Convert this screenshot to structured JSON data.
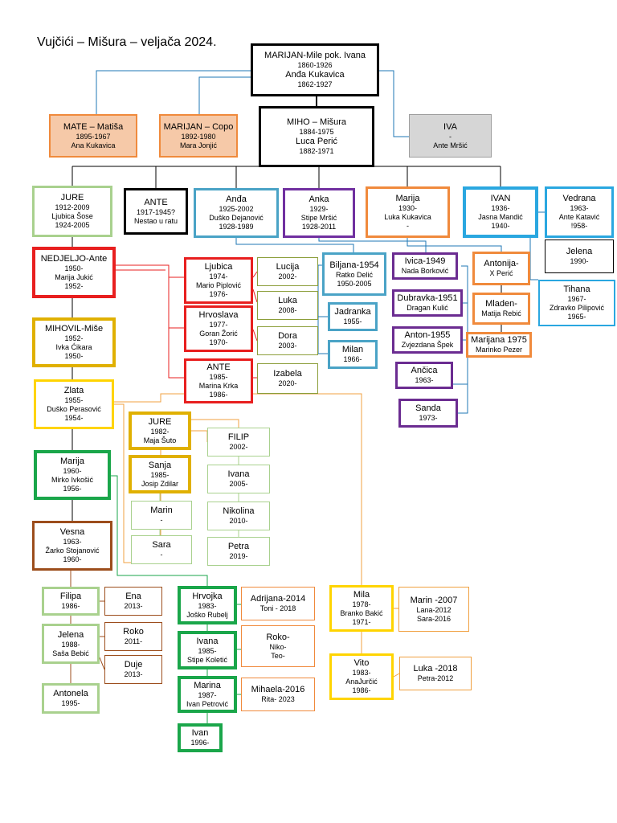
{
  "title": "Vujčići – Mišura – veljača 2024.",
  "colors": {
    "black": "#000000",
    "blue": "#1f77b4",
    "orange": "#f08a3c",
    "peach": "#f6c9a8",
    "gray": "#d6d6d6",
    "lightgreen": "#a9d18e",
    "green": "#1aa64a",
    "red": "#e81f1f",
    "lightblue": "#a9cfe3",
    "teal": "#4aa3c6",
    "purple": "#7030a0",
    "darkpurple": "#6b2c91",
    "yellow": "#ffd400",
    "gold": "#e0b000",
    "brown": "#9c4d1c",
    "skyblue": "#2aa7e0",
    "olive": "#8c9e3a",
    "gray2": "#9e9e9e",
    "orangeline": "#f0a040"
  },
  "nodes": [
    {
      "id": "marijan0",
      "lines": [
        "MARIJAN-Mile pok. Ivana",
        "1860-1926",
        "Anđa Kukavica",
        "1862-1927"
      ]
    },
    {
      "id": "mate",
      "lines": [
        "MATE – Matiša",
        "1895-1967",
        "Ana Kukavica"
      ]
    },
    {
      "id": "marijan1",
      "lines": [
        "MARIJAN – Copo",
        "1892-1980",
        "Mara Jonjić"
      ]
    },
    {
      "id": "miho",
      "lines": [
        "MIHO – Mišura",
        "1884-1975",
        "Luca Perić",
        "1882-1971"
      ]
    },
    {
      "id": "iva",
      "lines": [
        "IVA",
        "-",
        "Ante Mršić"
      ]
    },
    {
      "id": "jure0",
      "lines": [
        "JURE",
        "1912-2009",
        "Ljubica Šose",
        "1924-2005"
      ]
    },
    {
      "id": "ante0",
      "lines": [
        "ANTE",
        "1917-1945?",
        "Nestao u ratu"
      ]
    },
    {
      "id": "anda",
      "lines": [
        "Anđa",
        "1925-2002",
        "Duško Dejanović",
        "1928-1989"
      ]
    },
    {
      "id": "anka",
      "lines": [
        "Anka",
        "1929-",
        "Stipe Mršić",
        "1928-2011"
      ]
    },
    {
      "id": "marija0",
      "lines": [
        "Marija",
        "1930-",
        "Luka Kukavica",
        "-"
      ]
    },
    {
      "id": "ivan0",
      "lines": [
        "IVAN",
        "1936-",
        "Jasna Mandić",
        "1940-"
      ]
    },
    {
      "id": "vedrana",
      "lines": [
        "Vedrana",
        "1963-",
        "Ante Katavić",
        "!958-"
      ]
    },
    {
      "id": "jelena0",
      "lines": [
        "Jelena",
        "1990-"
      ]
    },
    {
      "id": "tihana",
      "lines": [
        "Tihana",
        "1967-",
        "Zdravko Pilipović",
        "1965-"
      ]
    },
    {
      "id": "nedjeljo",
      "lines": [
        "NEDJELJO-Ante",
        "1950-",
        "Marija Jukić",
        "1952-"
      ]
    },
    {
      "id": "ljubica",
      "lines": [
        "Ljubica",
        "1974-",
        "Mario Piplović",
        "1976-"
      ]
    },
    {
      "id": "lucija",
      "lines": [
        "Lucija",
        "2002-"
      ]
    },
    {
      "id": "luka0",
      "lines": [
        "Luka",
        "2008-"
      ]
    },
    {
      "id": "hrvoslava",
      "lines": [
        "Hrvoslava",
        "1977-",
        "Goran Žorić",
        "1970-"
      ]
    },
    {
      "id": "dora",
      "lines": [
        "Dora",
        "2003-"
      ]
    },
    {
      "id": "ante1",
      "lines": [
        "ANTE",
        "1985-",
        "Marina Krka",
        "1986-"
      ]
    },
    {
      "id": "izabela",
      "lines": [
        "Izabela",
        "2020-"
      ]
    },
    {
      "id": "biljana",
      "lines": [
        "Biljana-1954",
        "Ratko Delić",
        "1950-2005"
      ]
    },
    {
      "id": "jadranka",
      "lines": [
        "Jadranka",
        "1955-"
      ]
    },
    {
      "id": "milan",
      "lines": [
        "Milan",
        "1966-"
      ]
    },
    {
      "id": "ivica",
      "lines": [
        "Ivica-1949",
        "Nada Borković"
      ]
    },
    {
      "id": "dubravka",
      "lines": [
        "Dubravka-1951",
        "Dragan Kulić"
      ]
    },
    {
      "id": "anton",
      "lines": [
        "Anton-1955",
        "Zvjezdana Špek"
      ]
    },
    {
      "id": "ancica",
      "lines": [
        "Ančica",
        "1963-"
      ]
    },
    {
      "id": "sanda",
      "lines": [
        "Sanda",
        "1973-"
      ]
    },
    {
      "id": "antonija",
      "lines": [
        "Antonija-",
        "X Perić"
      ]
    },
    {
      "id": "mladen",
      "lines": [
        "Mladen-",
        "Matija Rebić"
      ]
    },
    {
      "id": "marijana",
      "lines": [
        "Marijana 1975",
        "Marinko Pezer"
      ]
    },
    {
      "id": "mihovil",
      "lines": [
        "MIHOVIL-Miše",
        "1952-",
        "Ivka Ćikara",
        "1950-"
      ]
    },
    {
      "id": "zlata",
      "lines": [
        "Zlata",
        "1955-",
        "Duško Perasović",
        "1954-"
      ]
    },
    {
      "id": "jure1",
      "lines": [
        "JURE",
        "1982-",
        "Maja Šuto"
      ]
    },
    {
      "id": "sanja",
      "lines": [
        "Sanja",
        "1985-",
        "Josip Zdilar"
      ]
    },
    {
      "id": "marin0",
      "lines": [
        "Marin",
        "-"
      ]
    },
    {
      "id": "sara0",
      "lines": [
        "Sara",
        "-"
      ]
    },
    {
      "id": "filip",
      "lines": [
        "FILIP",
        "2002-"
      ]
    },
    {
      "id": "ivana0",
      "lines": [
        "Ivana",
        "2005-"
      ]
    },
    {
      "id": "nikolina",
      "lines": [
        "Nikolina",
        "2010-"
      ]
    },
    {
      "id": "petra0",
      "lines": [
        "Petra",
        "2019-"
      ]
    },
    {
      "id": "marija1",
      "lines": [
        "Marija",
        "1960-",
        "Mirko Ivkošić",
        "1956-"
      ]
    },
    {
      "id": "vesna",
      "lines": [
        "Vesna",
        "1963-",
        "Žarko Stojanović",
        "1960-"
      ]
    },
    {
      "id": "filipa",
      "lines": [
        "Filipa",
        "1986-"
      ]
    },
    {
      "id": "ena",
      "lines": [
        "Ena",
        "2013-"
      ]
    },
    {
      "id": "jelena1",
      "lines": [
        "Jelena",
        "1988-",
        "Saša Bebić"
      ]
    },
    {
      "id": "roko0",
      "lines": [
        "Roko",
        "2011-"
      ]
    },
    {
      "id": "duje",
      "lines": [
        "Duje",
        "2013-"
      ]
    },
    {
      "id": "antonela",
      "lines": [
        "Antonela",
        "1995-"
      ]
    },
    {
      "id": "hrvojka",
      "lines": [
        "Hrvojka",
        "1983-",
        "Joško Rubelj"
      ]
    },
    {
      "id": "adrijana",
      "lines": [
        "Adrijana-2014",
        "Toni - 2018"
      ]
    },
    {
      "id": "ivana1",
      "lines": [
        "Ivana",
        "1985-",
        "Stipe Koletić"
      ]
    },
    {
      "id": "rokonikoteo",
      "lines": [
        "Roko-",
        "Niko-",
        "Teo-"
      ]
    },
    {
      "id": "marina",
      "lines": [
        "Marina",
        "1987-",
        "Ivan Petrović"
      ]
    },
    {
      "id": "mihaela",
      "lines": [
        "Mihaela-2016",
        "Rita- 2023"
      ]
    },
    {
      "id": "ivan1",
      "lines": [
        "Ivan",
        "1996-"
      ]
    },
    {
      "id": "mila",
      "lines": [
        "Mila",
        "1978-",
        "Branko Bakić",
        "1971-"
      ]
    },
    {
      "id": "marin1",
      "lines": [
        "Marin -2007",
        "Lana-2012",
        "Sara-2016"
      ]
    },
    {
      "id": "vito",
      "lines": [
        "Vito",
        "1983-",
        "AnaJurčić",
        "1986-"
      ]
    },
    {
      "id": "luka1",
      "lines": [
        "Luka -2018",
        "Petra-2012"
      ]
    }
  ]
}
